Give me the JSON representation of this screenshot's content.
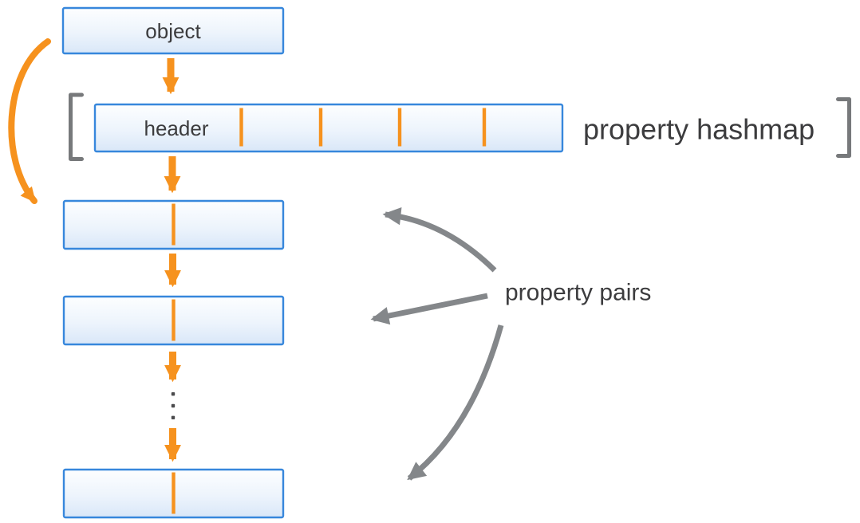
{
  "diagram": {
    "object_box": {
      "label": "object"
    },
    "hashmap": {
      "header_label": "header",
      "cell_count": 5,
      "divider_count": 4,
      "caption": "property hashmap"
    },
    "pairs": {
      "caption": "property pairs",
      "box_count": 3,
      "callout_arrow_count": 3,
      "has_ellipsis_between_last_boxes": true
    }
  },
  "icons": {
    "flow_arrow_down": "▼",
    "curved_flow_arrow": "↳",
    "callout_arrow": "←",
    "vertical_ellipsis": "⋮",
    "bracket_left": "[",
    "bracket_right": "]"
  },
  "colors": {
    "accent-orange": "#F6921E",
    "box-border": "#3787DC",
    "box-fill-top": "#FDFEFF",
    "box-fill-bottom": "#D9E7F8",
    "arrow-gray": "#84878A",
    "bracket-gray": "#77797B",
    "dot-gray": "#4B4B4D",
    "text-dark": "#3C3C3E",
    "background": "#FFFFFF"
  }
}
